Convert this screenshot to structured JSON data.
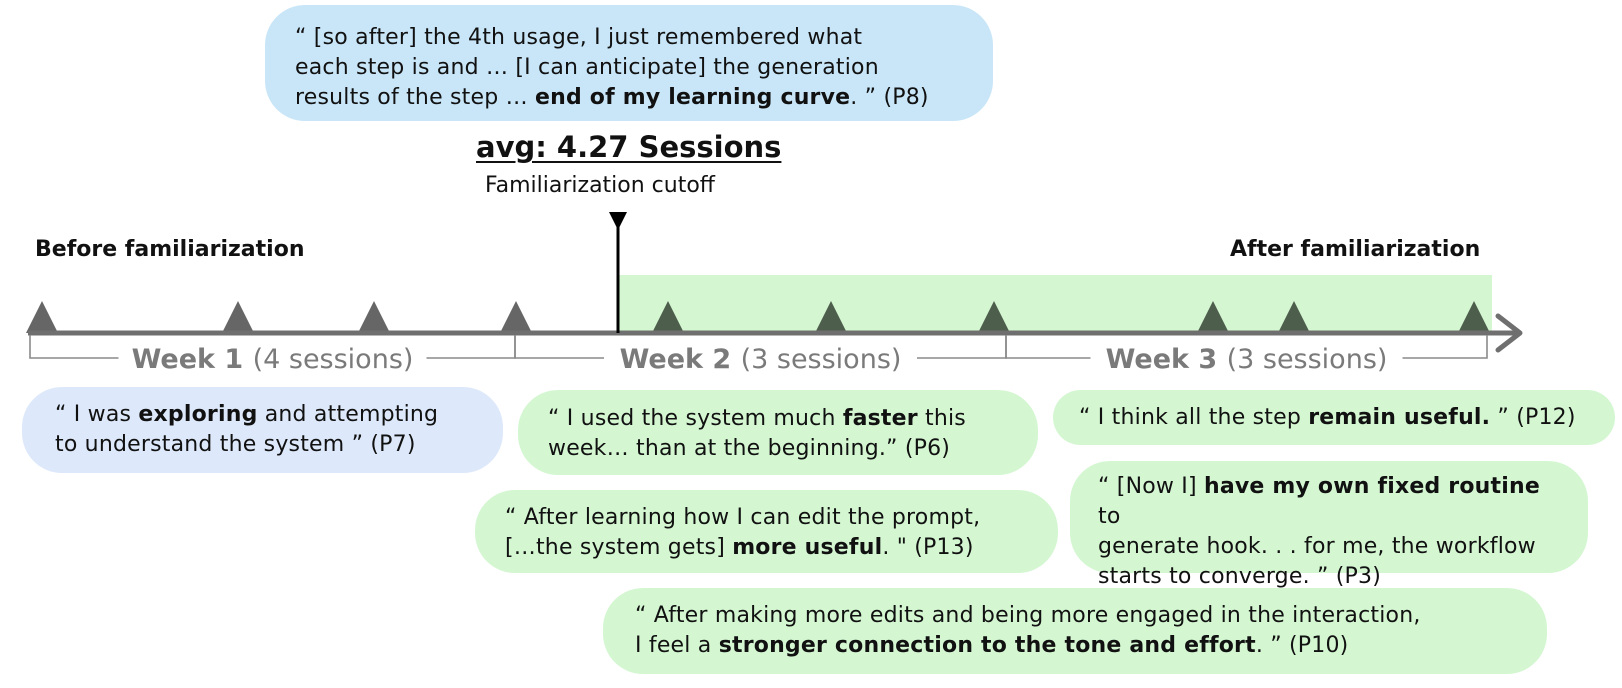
{
  "quotes": {
    "top": {
      "lines": [
        [
          {
            "t": "“ [so after] the 4th usage, I just remembered what",
            "b": false
          }
        ],
        [
          {
            "t": "each step is and … [I can anticipate] the generation",
            "b": false
          }
        ],
        [
          {
            "t": "results of the step … ",
            "b": false
          },
          {
            "t": "end of my learning curve",
            "b": true
          },
          {
            "t": ". ” (P8)",
            "b": false
          }
        ]
      ]
    },
    "p7": {
      "lines": [
        [
          {
            "t": "“ I was ",
            "b": false
          },
          {
            "t": "exploring",
            "b": true
          },
          {
            "t": " and attempting",
            "b": false
          }
        ],
        [
          {
            "t": "to understand the system ” (P7)",
            "b": false
          }
        ]
      ]
    },
    "p6": {
      "lines": [
        [
          {
            "t": "“ I used the system much ",
            "b": false
          },
          {
            "t": "faster",
            "b": true
          },
          {
            "t": " this",
            "b": false
          }
        ],
        [
          {
            "t": "week…  than at the beginning.” (P6)",
            "b": false
          }
        ]
      ]
    },
    "p13": {
      "lines": [
        [
          {
            "t": "“ After learning how I can edit the prompt,",
            "b": false
          }
        ],
        [
          {
            "t": "[…the system gets] ",
            "b": false
          },
          {
            "t": "more useful",
            "b": true
          },
          {
            "t": ". \" (P13)",
            "b": false
          }
        ]
      ]
    },
    "p12": {
      "lines": [
        [
          {
            "t": "“ I think all the step ",
            "b": false
          },
          {
            "t": "remain useful.",
            "b": true
          },
          {
            "t": " ” (P12)",
            "b": false
          }
        ]
      ]
    },
    "p3": {
      "lines": [
        [
          {
            "t": "“ [Now I] ",
            "b": false
          },
          {
            "t": "have my own fixed routine",
            "b": true
          },
          {
            "t": " to",
            "b": false
          }
        ],
        [
          {
            "t": "generate hook. . . for me, the workflow",
            "b": false
          }
        ],
        [
          {
            "t": "starts to converge. ” (P3)",
            "b": false
          }
        ]
      ]
    },
    "p10": {
      "lines": [
        [
          {
            "t": "“ After making more edits and being more engaged in the interaction,",
            "b": false
          }
        ],
        [
          {
            "t": "I feel a ",
            "b": false
          },
          {
            "t": "stronger connection to the tone and effort",
            "b": true
          },
          {
            "t": ". ” (P10)",
            "b": false
          }
        ]
      ]
    }
  },
  "cutoff": {
    "avg_label": "avg: 4.27 Sessions",
    "label": "Familiarization cutoff",
    "session_value": 4.27
  },
  "phases": {
    "before": "Before familiarization",
    "after": "After familiarization"
  },
  "weeks": [
    {
      "name": "Week 1",
      "sessions_label": "(4 sessions)",
      "sessions": 4
    },
    {
      "name": "Week 2",
      "sessions_label": "(3 sessions)",
      "sessions": 3
    },
    {
      "name": "Week 3",
      "sessions_label": "(3 sessions)",
      "sessions": 3
    }
  ],
  "colors": {
    "quote_blue": "#c9e6f8",
    "quote_lightblue": "#dde9fa",
    "quote_green": "#d4f7d2",
    "after_region": "#d4f7d2",
    "marker_before": "#666666",
    "marker_after": "#4e5e4c",
    "axis": "#6f6f6f",
    "week_text": "#7a7a7a"
  }
}
